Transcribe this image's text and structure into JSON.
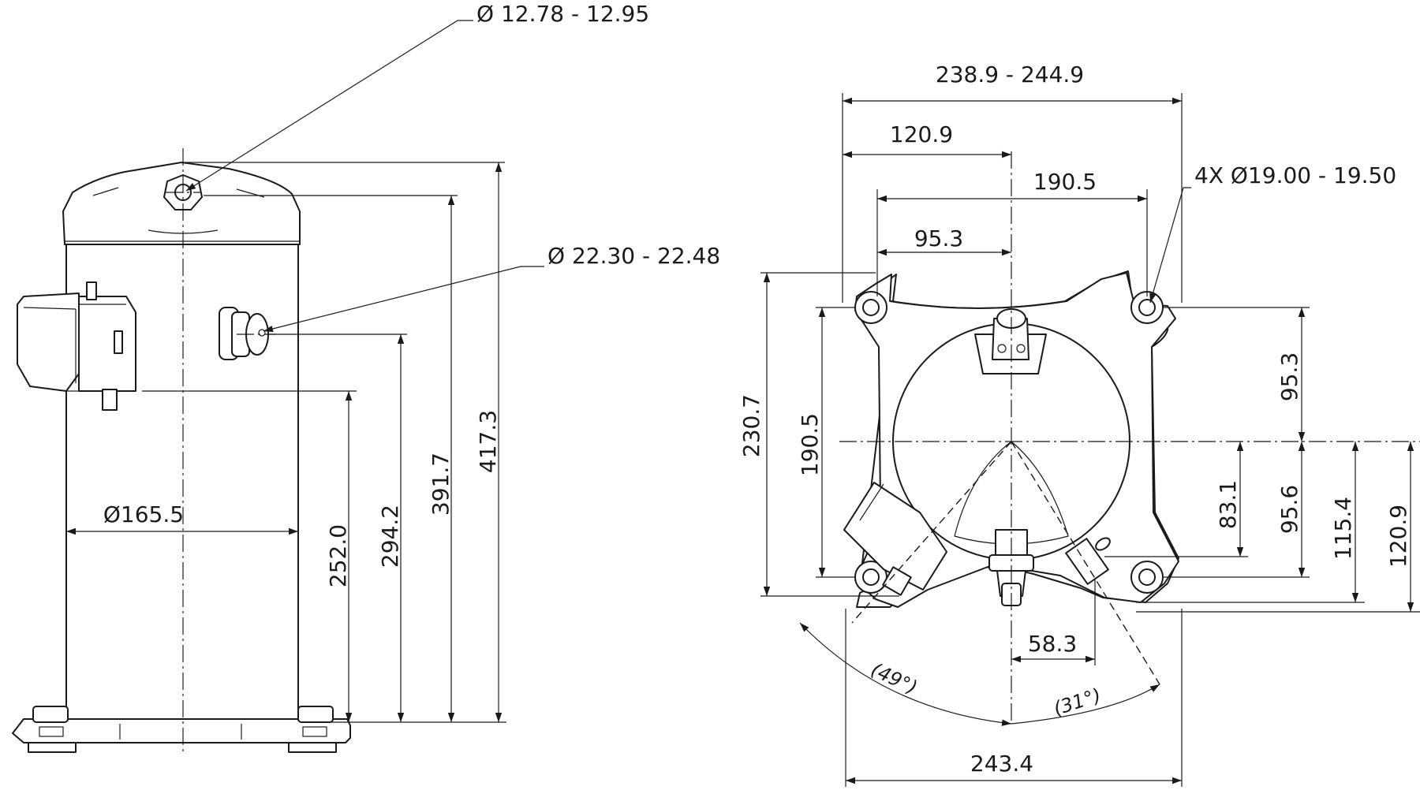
{
  "side_view": {
    "top_fitting_dia": "Ø 12.78 - 12.95",
    "side_fitting_dia": "Ø 22.30 - 22.48",
    "shell_dia": "Ø165.5",
    "height_top_fitting": "391.7",
    "height_overall": "417.3",
    "height_side_fitting": "294.2",
    "height_terminal_box": "252.0"
  },
  "top_view": {
    "overall_width": "238.9 - 244.9",
    "center_offset": "120.9",
    "mounting_span_x": "190.5",
    "mounting_half_span_x": "95.3",
    "mounting_holes": "4X Ø19.00 - 19.50",
    "foot_depth": "230.7",
    "mounting_span_y": "190.5",
    "mounting_half_span_y": "95.3",
    "offset_a": "83.1",
    "offset_b": "95.6",
    "offset_c": "115.4",
    "offset_d": "120.9",
    "fitting_offset": "58.3",
    "angle_left": "(49°)",
    "angle_right": "(31°)",
    "bottom_width": "243.4"
  }
}
